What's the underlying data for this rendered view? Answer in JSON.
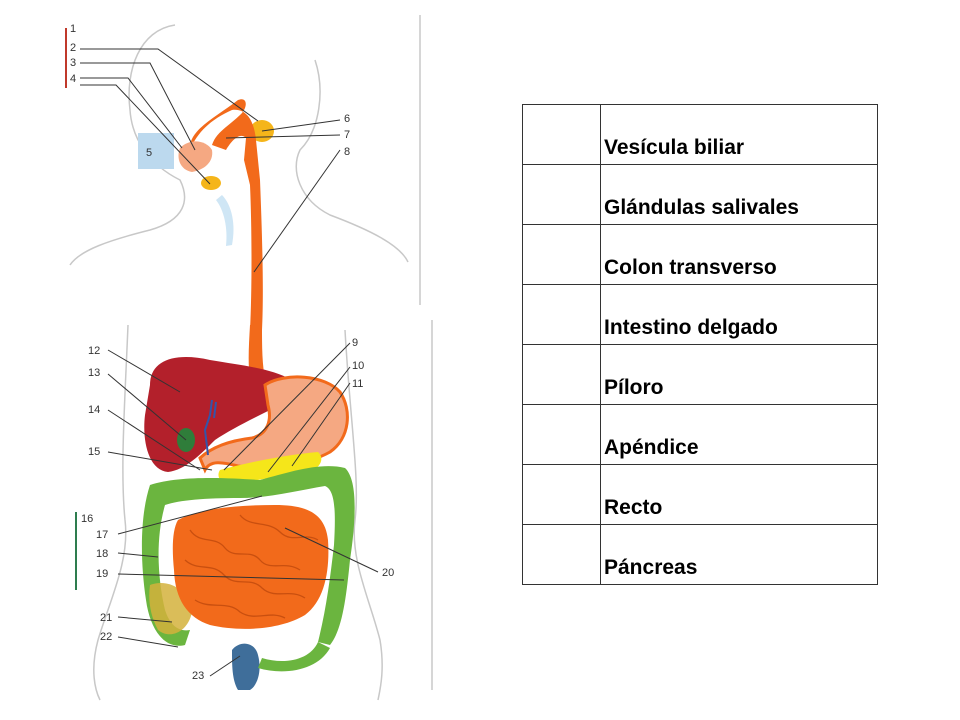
{
  "diagram": {
    "callouts": [
      "1",
      "2",
      "3",
      "4",
      "5",
      "6",
      "7",
      "8",
      "9",
      "10",
      "11",
      "12",
      "13",
      "14",
      "15",
      "16",
      "17",
      "18",
      "19",
      "20",
      "21",
      "22",
      "23"
    ],
    "colors": {
      "digestive_tract": "#f26a1b",
      "liver": "#b3202b",
      "colon": "#6bb53f",
      "pancreas": "#f5e61a",
      "salivary_glands": "#f5b51a",
      "gallbladder": "#2f7d3a",
      "body_outline": "#c8c8c8",
      "mouth_box": "#bcd9ee",
      "bracket_top": "#c0392b",
      "bracket_bottom": "#2e7d4f"
    }
  },
  "table": {
    "rows": [
      {
        "number": "",
        "name": "Vesícula biliar"
      },
      {
        "number": "",
        "name": "Glándulas salivales"
      },
      {
        "number": "",
        "name": "Colon transverso"
      },
      {
        "number": "",
        "name": "Intestino delgado"
      },
      {
        "number": "",
        "name": "Píloro"
      },
      {
        "number": "",
        "name": "Apéndice"
      },
      {
        "number": "",
        "name": "Recto"
      },
      {
        "number": "",
        "name": "Páncreas"
      }
    ]
  }
}
